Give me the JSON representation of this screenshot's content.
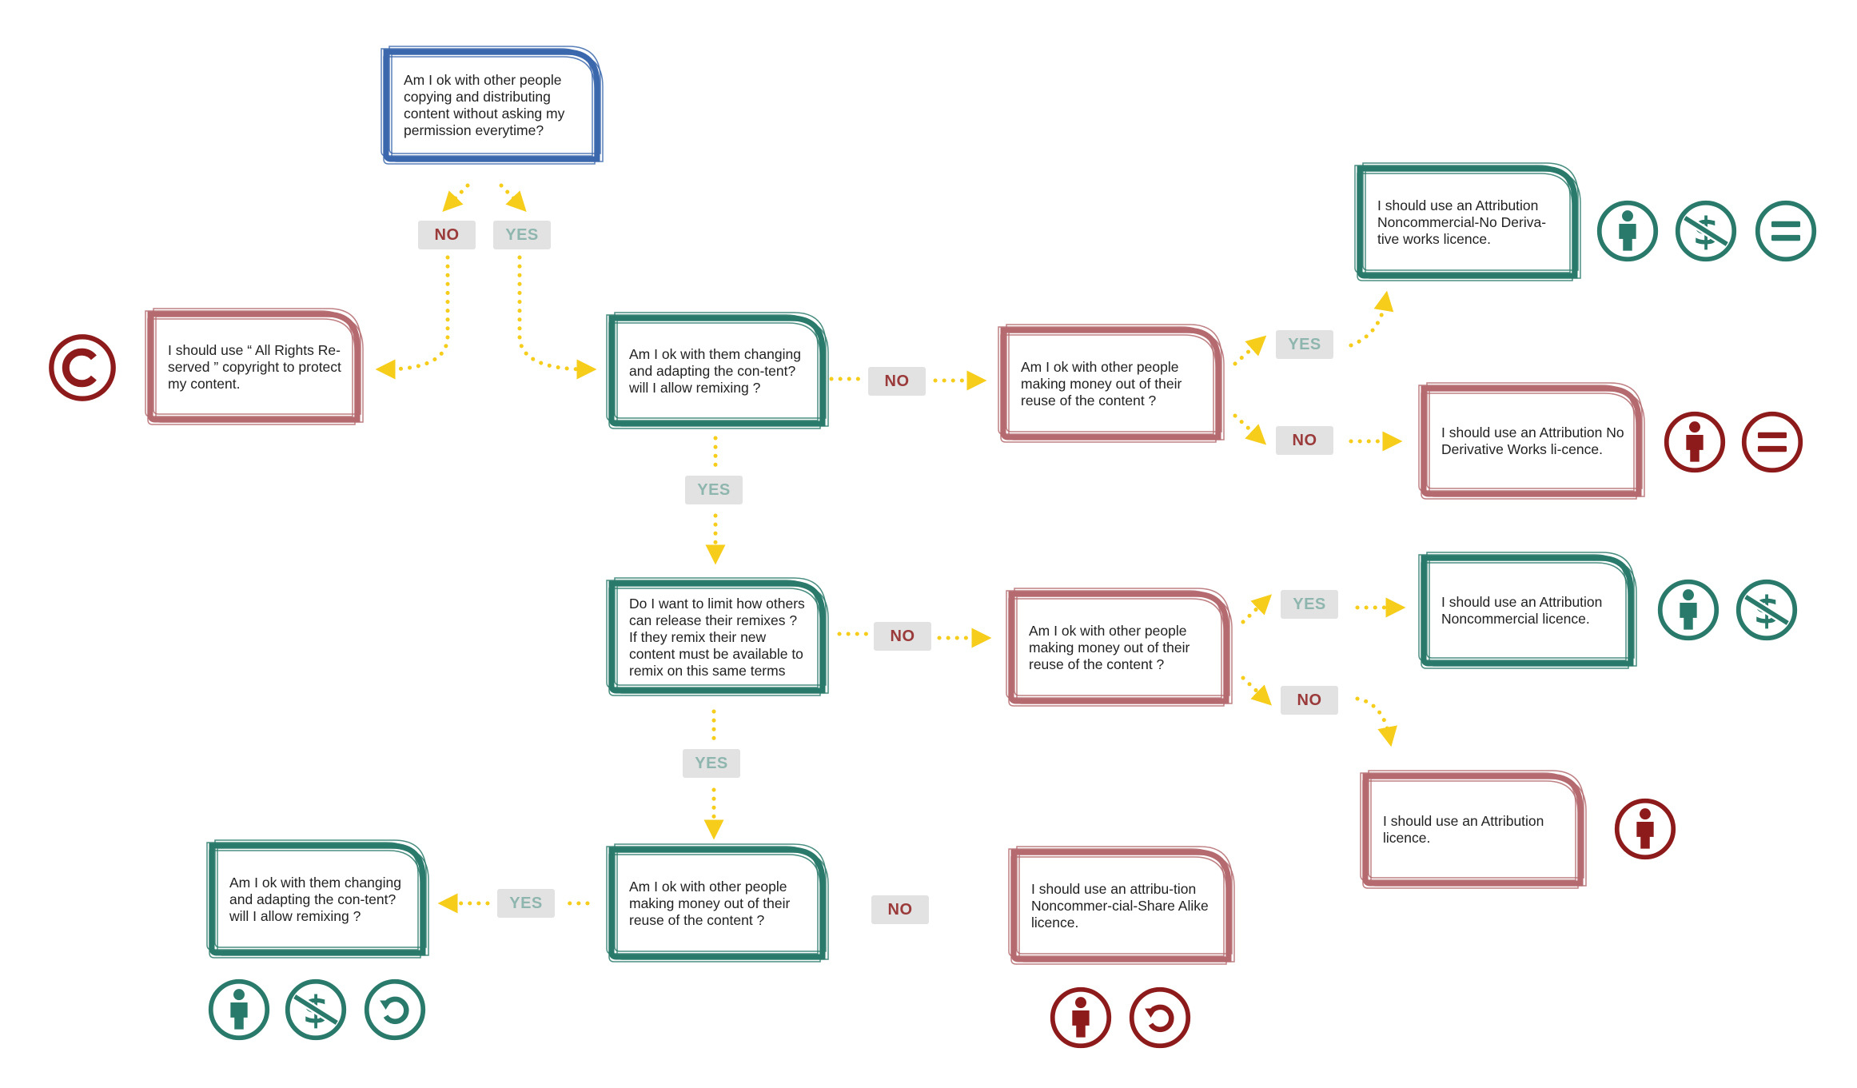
{
  "colors": {
    "blue": "#3b67ad",
    "teal": "#2a7a6b",
    "red": "#b46a6f",
    "dark_red": "#8e1b1b",
    "arrow": "#f5cd1a",
    "badge_bg": "#e2e2e2"
  },
  "nodes": {
    "q_copy": "Am I ok with other people copying and distributing content without asking my permission everytime?",
    "all_rights": "I should use “ All Rights Re-served ” copyright to protect my content.",
    "q_remix_1": "Am I ok with them changing and adapting the con-tent? will I allow remixing ?",
    "q_money_1": "Am I ok with other people making money out of their reuse of the content ?",
    "by_nc_nd": "I should use an Attribution Noncommercial-No Deriva-tive works licence.",
    "by_nd": "I should use an Attribution No Derivative Works li-cence.",
    "q_sharealike": "Do I want to limit how others can release their remixes ? If they remix their new content must be available to remix on this same terms",
    "q_money_2": "Am I ok with other people making money out of their reuse of the content ?",
    "by_nc": "I should use an Attribution Noncommercial licence.",
    "by": "I should use an Attribution licence.",
    "q_money_3": "Am I ok with other people making money out of their reuse of the content ?",
    "q_remix_2": "Am I ok with them changing and adapting the con-tent? will I allow remixing ?",
    "by_nc_sa": "I should use an attribu-tion Noncommer-cial-Share Alike licence."
  },
  "labels": {
    "no_1": "NO",
    "yes_1": "YES",
    "no_2": "NO",
    "yes_2": "YES",
    "yes_3": "YES",
    "no_3": "NO",
    "no_4": "NO",
    "yes_4": "YES",
    "no_5": "NO",
    "yes_5": "YES",
    "yes_6": "YES",
    "no_6": "NO"
  },
  "icons": {
    "all_rights": [
      "copyright-icon"
    ],
    "by_nc_nd": [
      "attribution-icon",
      "noncommercial-icon",
      "no-derivatives-icon"
    ],
    "by_nd": [
      "attribution-icon",
      "no-derivatives-icon"
    ],
    "by_nc": [
      "attribution-icon",
      "noncommercial-icon"
    ],
    "by": [
      "attribution-icon"
    ],
    "by_nc_sa_left": [
      "attribution-icon",
      "noncommercial-icon",
      "share-alike-icon"
    ],
    "by_sa": [
      "attribution-icon",
      "share-alike-icon"
    ]
  }
}
